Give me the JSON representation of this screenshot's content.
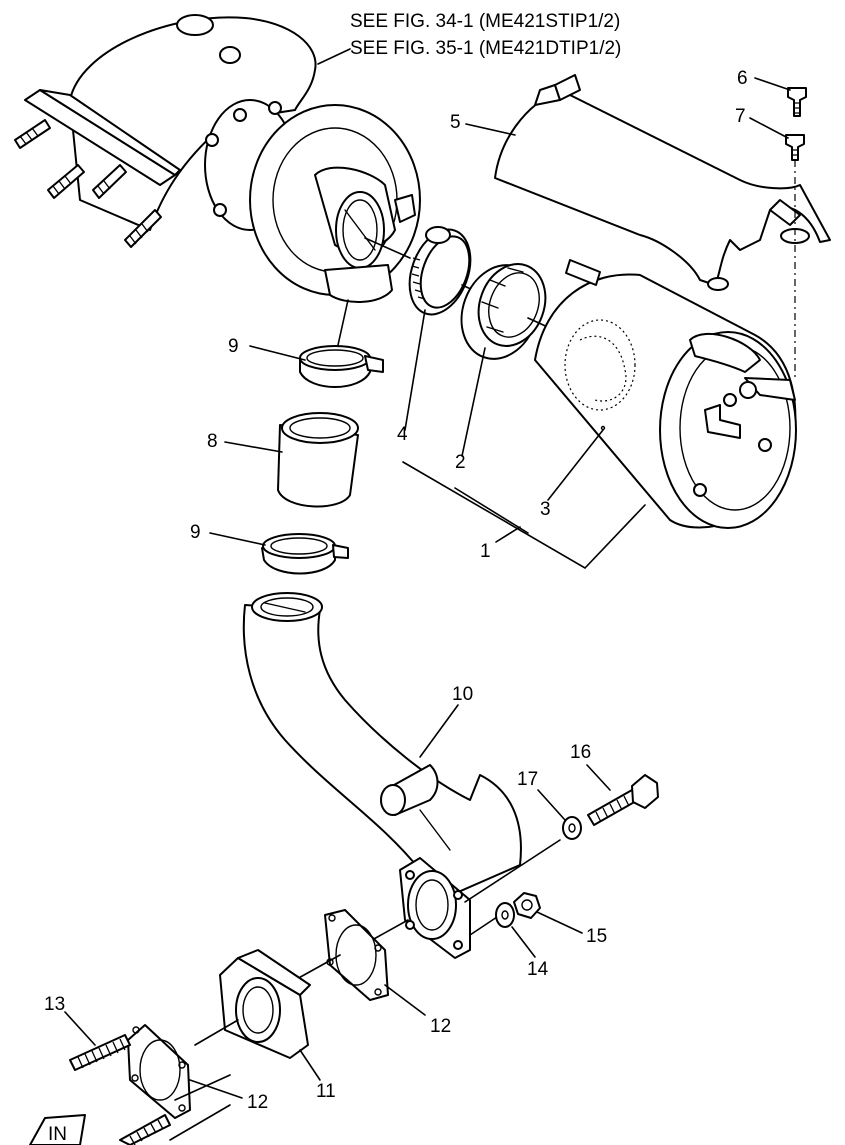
{
  "references": [
    "SEE FIG. 34-1 (ME421STIP1/2)",
    "SEE FIG. 35-1 (ME421DTIP1/2)"
  ],
  "callouts": {
    "c1": "1",
    "c2": "2",
    "c3": "3",
    "c4": "4",
    "c5": "5",
    "c6": "6",
    "c7": "7",
    "c8": "8",
    "c9a": "9",
    "c9b": "9",
    "c10": "10",
    "c11": "11",
    "c12a": "12",
    "c12b": "12",
    "c13": "13",
    "c14": "14",
    "c15": "15",
    "c16": "16",
    "c17": "17"
  },
  "corner_mark": "IN"
}
